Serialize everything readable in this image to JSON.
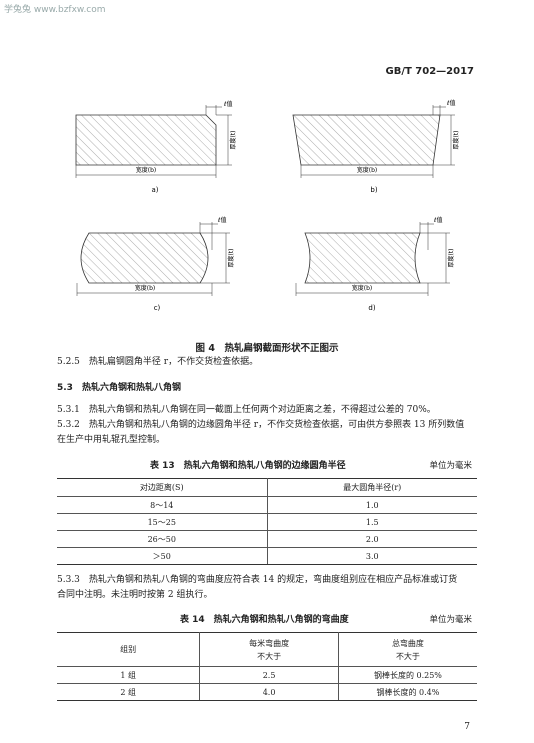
{
  "watermark": "学兔兔 www.bzfxw.com",
  "standard_number": "GB/T 702—2017",
  "figure": {
    "caption": "图 4　热轧扁钢截面形状不正图示",
    "label_chamfer": "ℓ值",
    "label_thickness": "厚度(t)",
    "label_width": "宽度(b)",
    "subs": [
      "a)",
      "b)",
      "c)",
      "d)"
    ]
  },
  "sections": {
    "p_5_2_5": "5.2.5　热轧扁钢圆角半径 r，不作交货检查依据。",
    "h_5_3": "5.3　热轧六角钢和热轧八角钢",
    "p_5_3_1": "5.3.1　热轧六角钢和热轧八角钢在同一截面上任何两个对边距离之差，不得超过公差的 70%。",
    "p_5_3_2_a": "5.3.2　热轧六角钢和热轧八角钢的边缘圆角半径 r，不作交货检查依据，可由供方参照表 13 所列数值",
    "p_5_3_2_b": "在生产中用轧辊孔型控制。",
    "p_5_3_3_a": "5.3.3　热轧六角钢和热轧八角钢的弯曲度应符合表 14 的规定，弯曲度组别应在相应产品标准或订货",
    "p_5_3_3_b": "合同中注明。未注明时按第 2 组执行。"
  },
  "table13": {
    "caption": "表 13　热轧六角钢和热轧八角钢的边缘圆角半径",
    "unit": "单位为毫米",
    "headers": [
      "对边距离(S)",
      "最大圆角半径(r)"
    ],
    "rows": [
      [
        "8～14",
        "1.0"
      ],
      [
        "15～25",
        "1.5"
      ],
      [
        "26～50",
        "2.0"
      ],
      [
        "＞50",
        "3.0"
      ]
    ]
  },
  "table14": {
    "caption": "表 14　热轧六角钢和热轧八角钢的弯曲度",
    "unit": "单位为毫米",
    "headers": [
      "组别",
      "每米弯曲度",
      "不大于",
      "总弯曲度",
      "不大于"
    ],
    "rows": [
      [
        "1 组",
        "2.5",
        "钢棒长度的 0.25%"
      ],
      [
        "2 组",
        "4.0",
        "钢棒长度的 0.4%"
      ]
    ]
  },
  "page_number": "7"
}
